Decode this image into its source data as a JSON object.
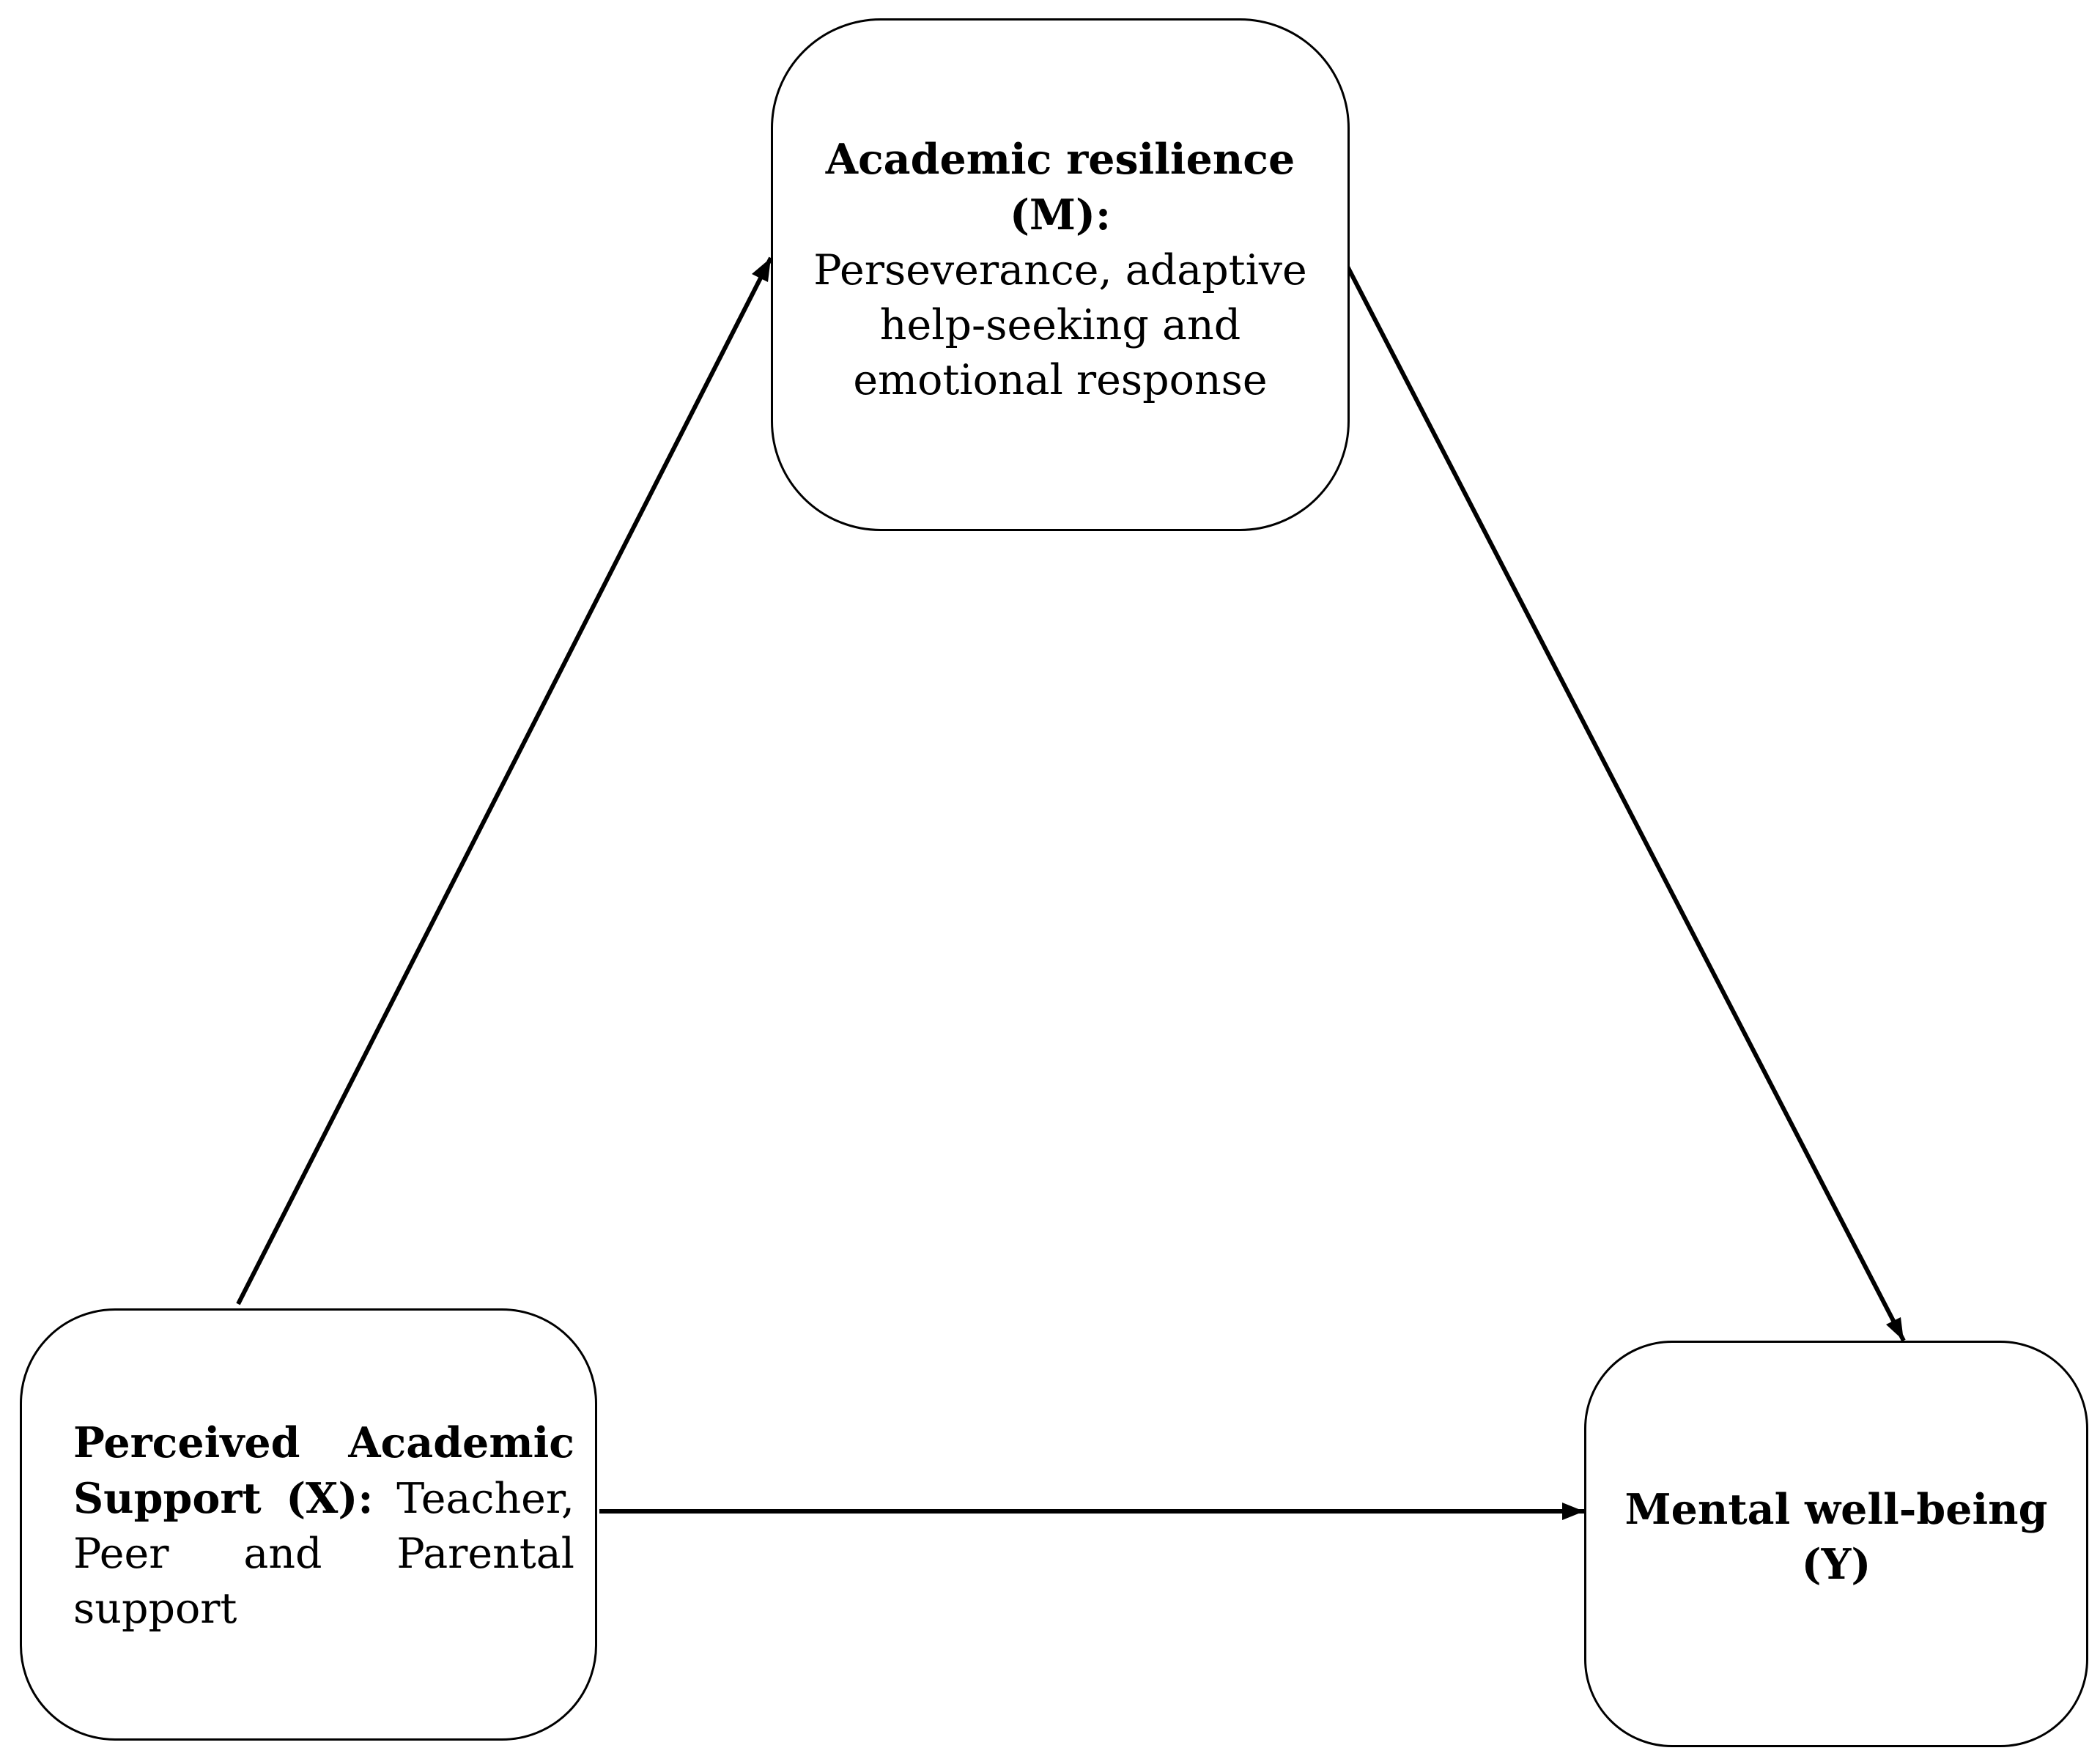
{
  "nodes": {
    "mediator": {
      "title": "Academic resilience (M):",
      "body": "Perseverance, adaptive help-seeking and emotional response"
    },
    "independent": {
      "title": "Perceived Academic Support (X):",
      "body": "Teacher, Peer and Parental support"
    },
    "outcome": {
      "title": "Mental well-being (Y)"
    }
  },
  "colors": {
    "stroke": "#000000",
    "background": "#ffffff"
  }
}
